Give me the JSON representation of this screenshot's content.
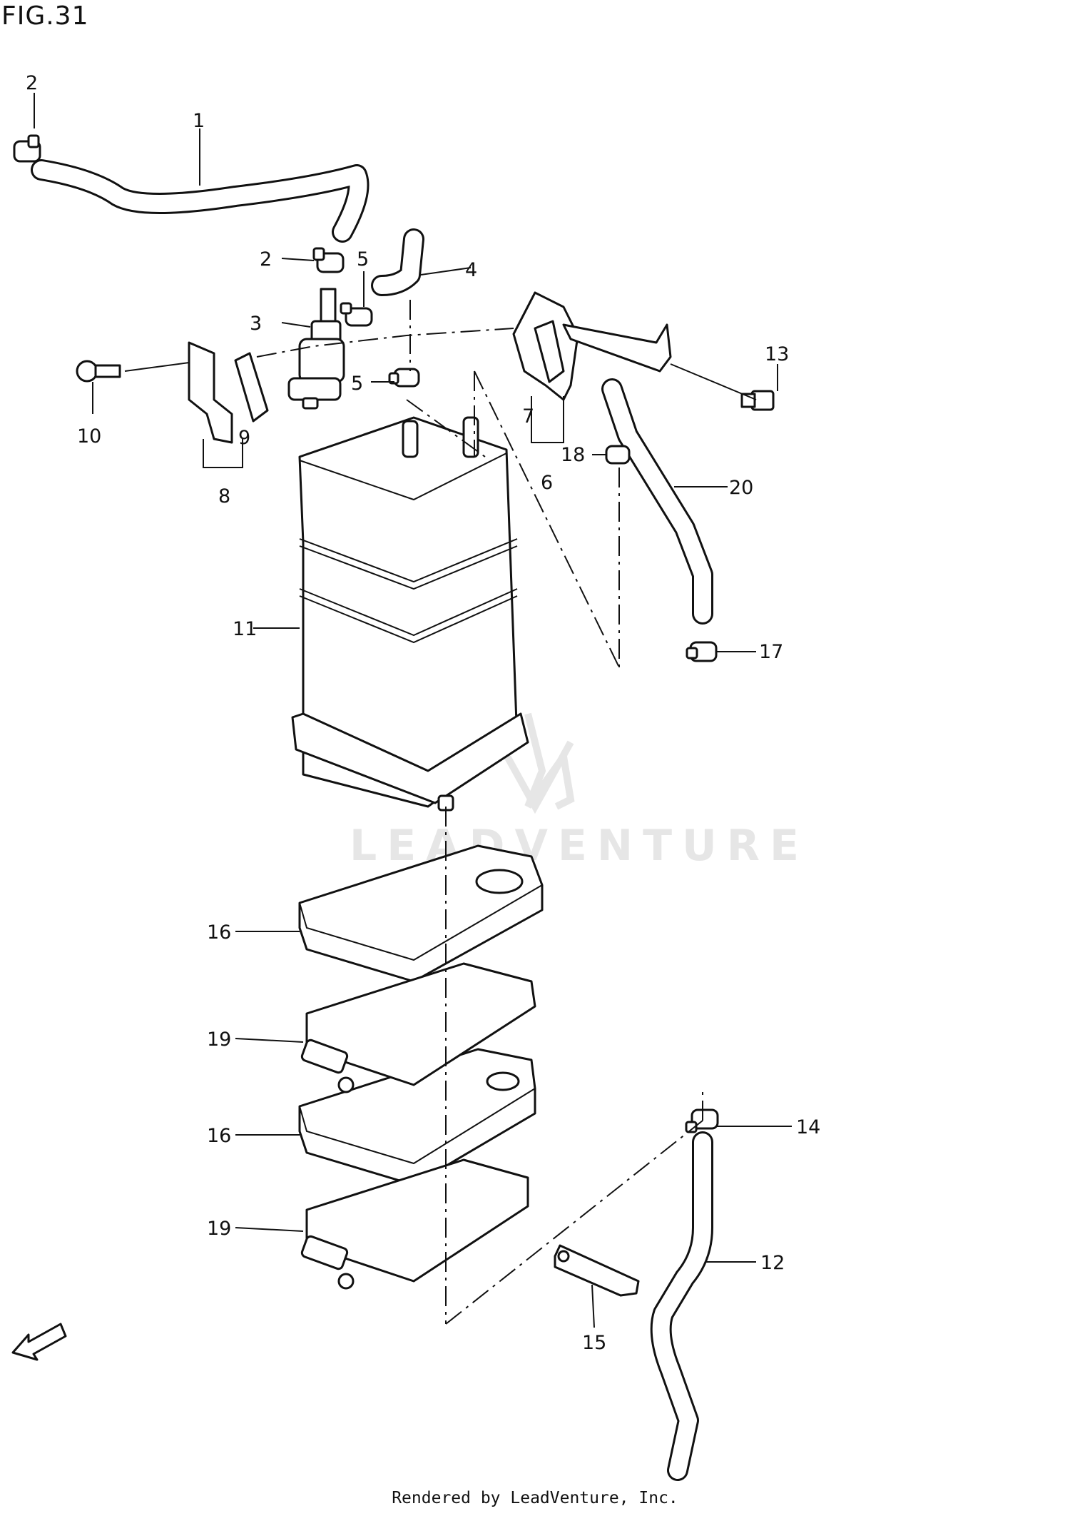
{
  "figure": {
    "title": "FIG.31",
    "footer": "Rendered by LeadVenture, Inc.",
    "watermark": "LEADVENTURE"
  },
  "callouts": [
    {
      "id": "c1",
      "label": "1"
    },
    {
      "id": "c2a",
      "label": "2"
    },
    {
      "id": "c2b",
      "label": "2"
    },
    {
      "id": "c3",
      "label": "3"
    },
    {
      "id": "c4",
      "label": "4"
    },
    {
      "id": "c5a",
      "label": "5"
    },
    {
      "id": "c5b",
      "label": "5"
    },
    {
      "id": "c6",
      "label": "6"
    },
    {
      "id": "c7",
      "label": "7"
    },
    {
      "id": "c8",
      "label": "8"
    },
    {
      "id": "c9",
      "label": "9"
    },
    {
      "id": "c10",
      "label": "10"
    },
    {
      "id": "c11",
      "label": "11"
    },
    {
      "id": "c12",
      "label": "12"
    },
    {
      "id": "c13",
      "label": "13"
    },
    {
      "id": "c14",
      "label": "14"
    },
    {
      "id": "c15",
      "label": "15"
    },
    {
      "id": "c16a",
      "label": "16"
    },
    {
      "id": "c16b",
      "label": "16"
    },
    {
      "id": "c17",
      "label": "17"
    },
    {
      "id": "c18",
      "label": "18"
    },
    {
      "id": "c19a",
      "label": "19"
    },
    {
      "id": "c19b",
      "label": "19"
    },
    {
      "id": "c20",
      "label": "20"
    }
  ],
  "icons": {
    "fwd_arrow": "front-direction-arrow-icon"
  }
}
